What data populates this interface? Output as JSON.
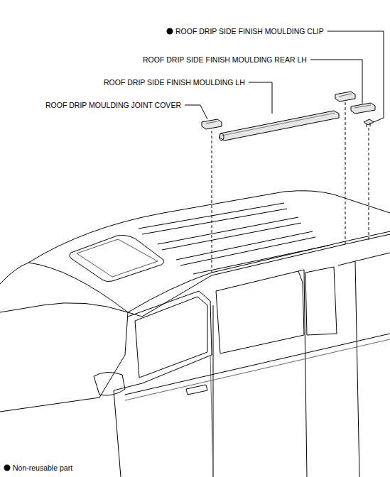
{
  "diagram": {
    "labels": [
      "ROOF DRIP SIDE FINISH MOULDING CLIP",
      "ROOF DRIP SIDE FINISH MOULDING REAR LH",
      "ROOF DRIP SIDE FINISH MOULDING LH",
      "ROOF DRIP MOULDING JOINT COVER",
      "Non-reusable part"
    ]
  }
}
